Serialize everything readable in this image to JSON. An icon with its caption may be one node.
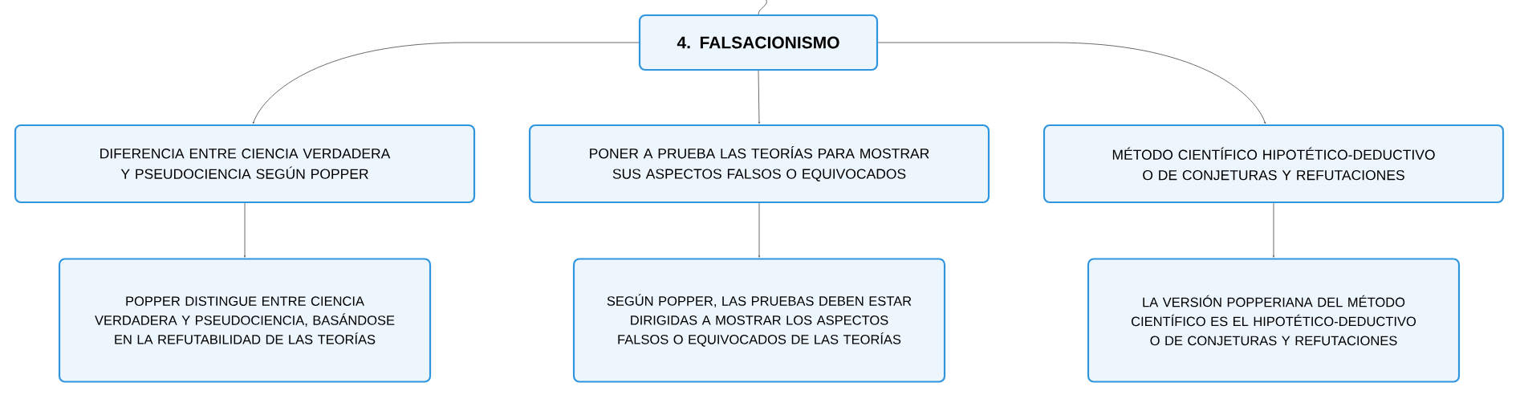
{
  "diagram": {
    "nodes": [
      {
        "text": [
          "4. FALSACIONISMO"
        ]
      },
      {
        "text": [
          "DIFERENCIA ENTRE CIENCIA VERDADERA Y PSEUDOCIENCIA SEGÚN POPPER"
        ]
      },
      {
        "text": [
          "PONER A PRUEBA LAS TEORÍAS PARA MOSTRAR SUS ASPECTOS FALSOS O EQUIVOCADOS"
        ]
      },
      {
        "text": [
          "MÉTODO CIENTÍFICO HIPOTÉTICO-DEDUCTIVO O DE CONJETURAS Y REFUTACIONES"
        ]
      },
      {
        "text": [
          "POPPER DISTINGUE ENTRE CIENCIA VERDADERA Y PSEUDOCIENCIA, BASÁNDOSE EN LA REFUTABILIDAD DE LAS TEORÍAS"
        ]
      },
      {
        "text": [
          "SEGÚN POPPER, LAS PRUEBAS DEBEN ESTAR DIRIGIDAS A MOSTRAR LOS ASPECTOS FALSOS O EQUIVOCADOS DE LAS TEORÍAS"
        ]
      },
      {
        "text": [
          "LA VERSIÓN POPPERIANA DEL MÉTODO CIENTÍFICO ES EL HIPOTÉTICO-DEDUCTIVO O DE CONJETURAS Y REFUTACIONES"
        ]
      }
    ],
    "edges": [
      {
        "from": null,
        "to": 0,
        "arrow": "none"
      },
      {
        "from": 0,
        "to": 1,
        "arrow": "to"
      },
      {
        "from": 0,
        "to": 2,
        "arrow": "to"
      },
      {
        "from": 0,
        "to": 3,
        "arrow": "to"
      },
      {
        "from": 1,
        "to": 4,
        "arrow": "to"
      },
      {
        "from": 2,
        "to": 5,
        "arrow": "to"
      },
      {
        "from": 3,
        "to": 6,
        "arrow": "to"
      }
    ]
  }
}
